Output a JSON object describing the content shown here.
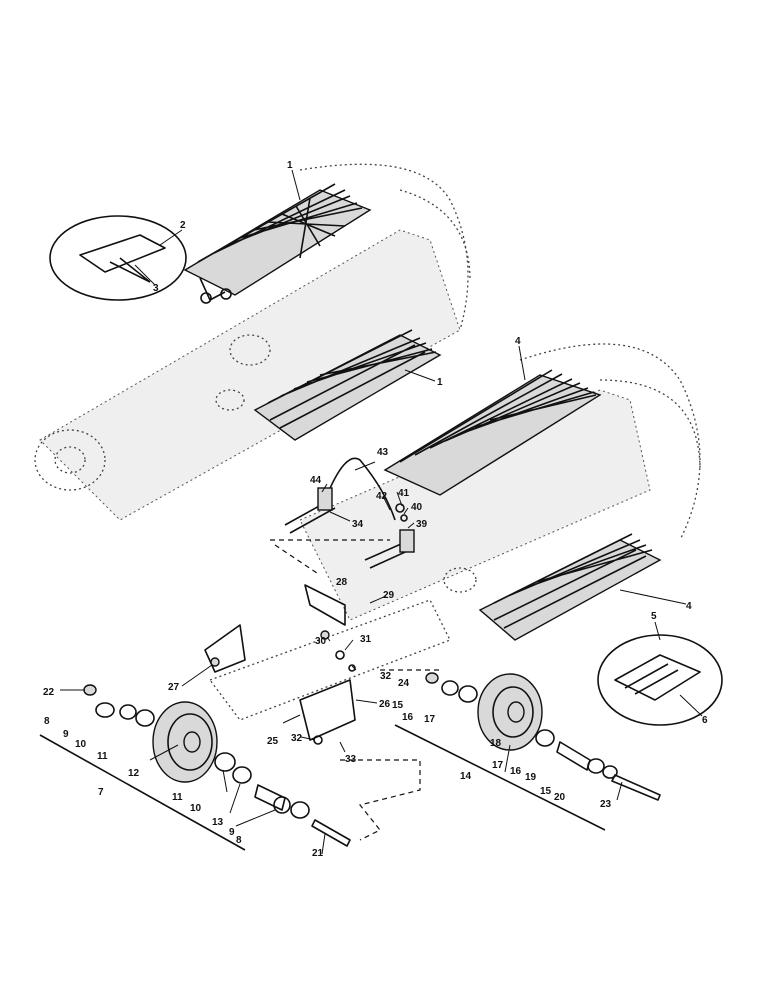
{
  "callouts": [
    "1",
    "1",
    "2",
    "3",
    "4",
    "4",
    "5",
    "6",
    "7",
    "8",
    "9",
    "10",
    "11",
    "12",
    "11",
    "10",
    "13",
    "9",
    "8",
    "14",
    "15",
    "16",
    "17",
    "18",
    "17",
    "16",
    "19",
    "15",
    "20",
    "21",
    "22",
    "23",
    "24",
    "25",
    "26",
    "27",
    "28",
    "29",
    "30",
    "31",
    "32",
    "32",
    "33",
    "34",
    "39",
    "40",
    "41",
    "42",
    "43",
    "44"
  ]
}
